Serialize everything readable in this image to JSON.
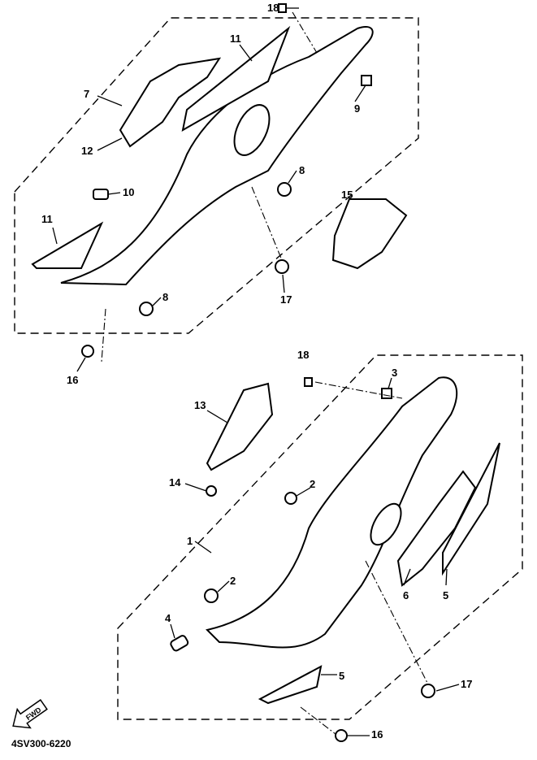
{
  "diagram": {
    "code": "4SV300-6220",
    "fwd_label": "FWD",
    "callouts": [
      "18",
      "11",
      "7",
      "9",
      "12",
      "10",
      "8",
      "15",
      "11",
      "8",
      "17",
      "16",
      "18",
      "3",
      "13",
      "14",
      "2",
      "1",
      "2",
      "6",
      "5",
      "4",
      "5",
      "17",
      "16"
    ]
  }
}
